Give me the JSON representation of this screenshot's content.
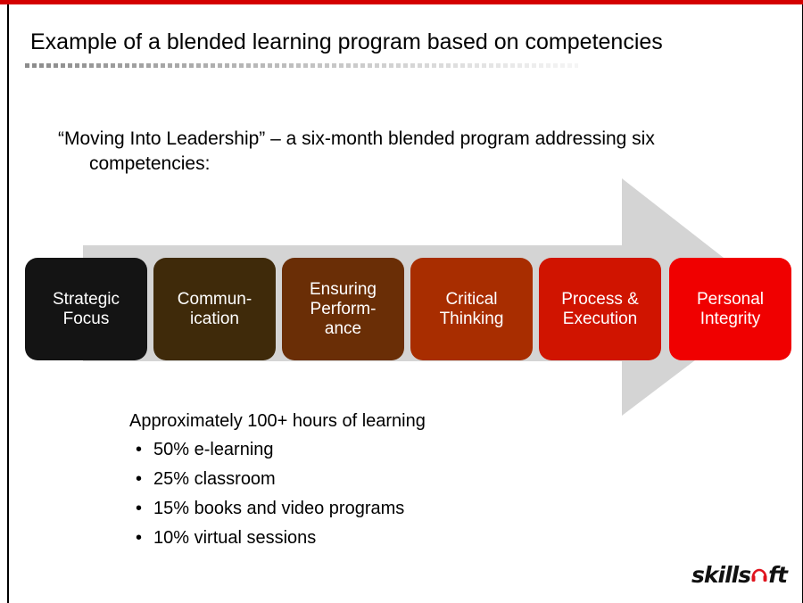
{
  "slide": {
    "title": "Example of a blended learning program based on competencies",
    "subtitle_line1": "“Moving Into Leadership” – a six-month blended program addressing six",
    "subtitle_line2": "competencies:"
  },
  "competencies": [
    {
      "label": "Strategic\nFocus",
      "color": "#141414"
    },
    {
      "label": "Commun-\nication",
      "color": "#3f2a0a"
    },
    {
      "label": "Ensuring\nPerform-\nance",
      "color": "#6a2e06"
    },
    {
      "label": "Critical\nThinking",
      "color": "#a82d00"
    },
    {
      "label": "Process &\nExecution",
      "color": "#d01400"
    },
    {
      "label": "Personal\nIntegrity",
      "color": "#f00000"
    }
  ],
  "learning": {
    "heading": "Approximately 100+ hours of learning",
    "items": [
      "50% e-learning",
      "25% classroom",
      "15% books and video programs",
      "10% virtual sessions"
    ]
  },
  "logo": {
    "text_left": "skills",
    "text_right": "ft",
    "accent": "#e0141e"
  },
  "colors": {
    "top_bar": "#d40000",
    "arrow": "#d4d4d4"
  }
}
